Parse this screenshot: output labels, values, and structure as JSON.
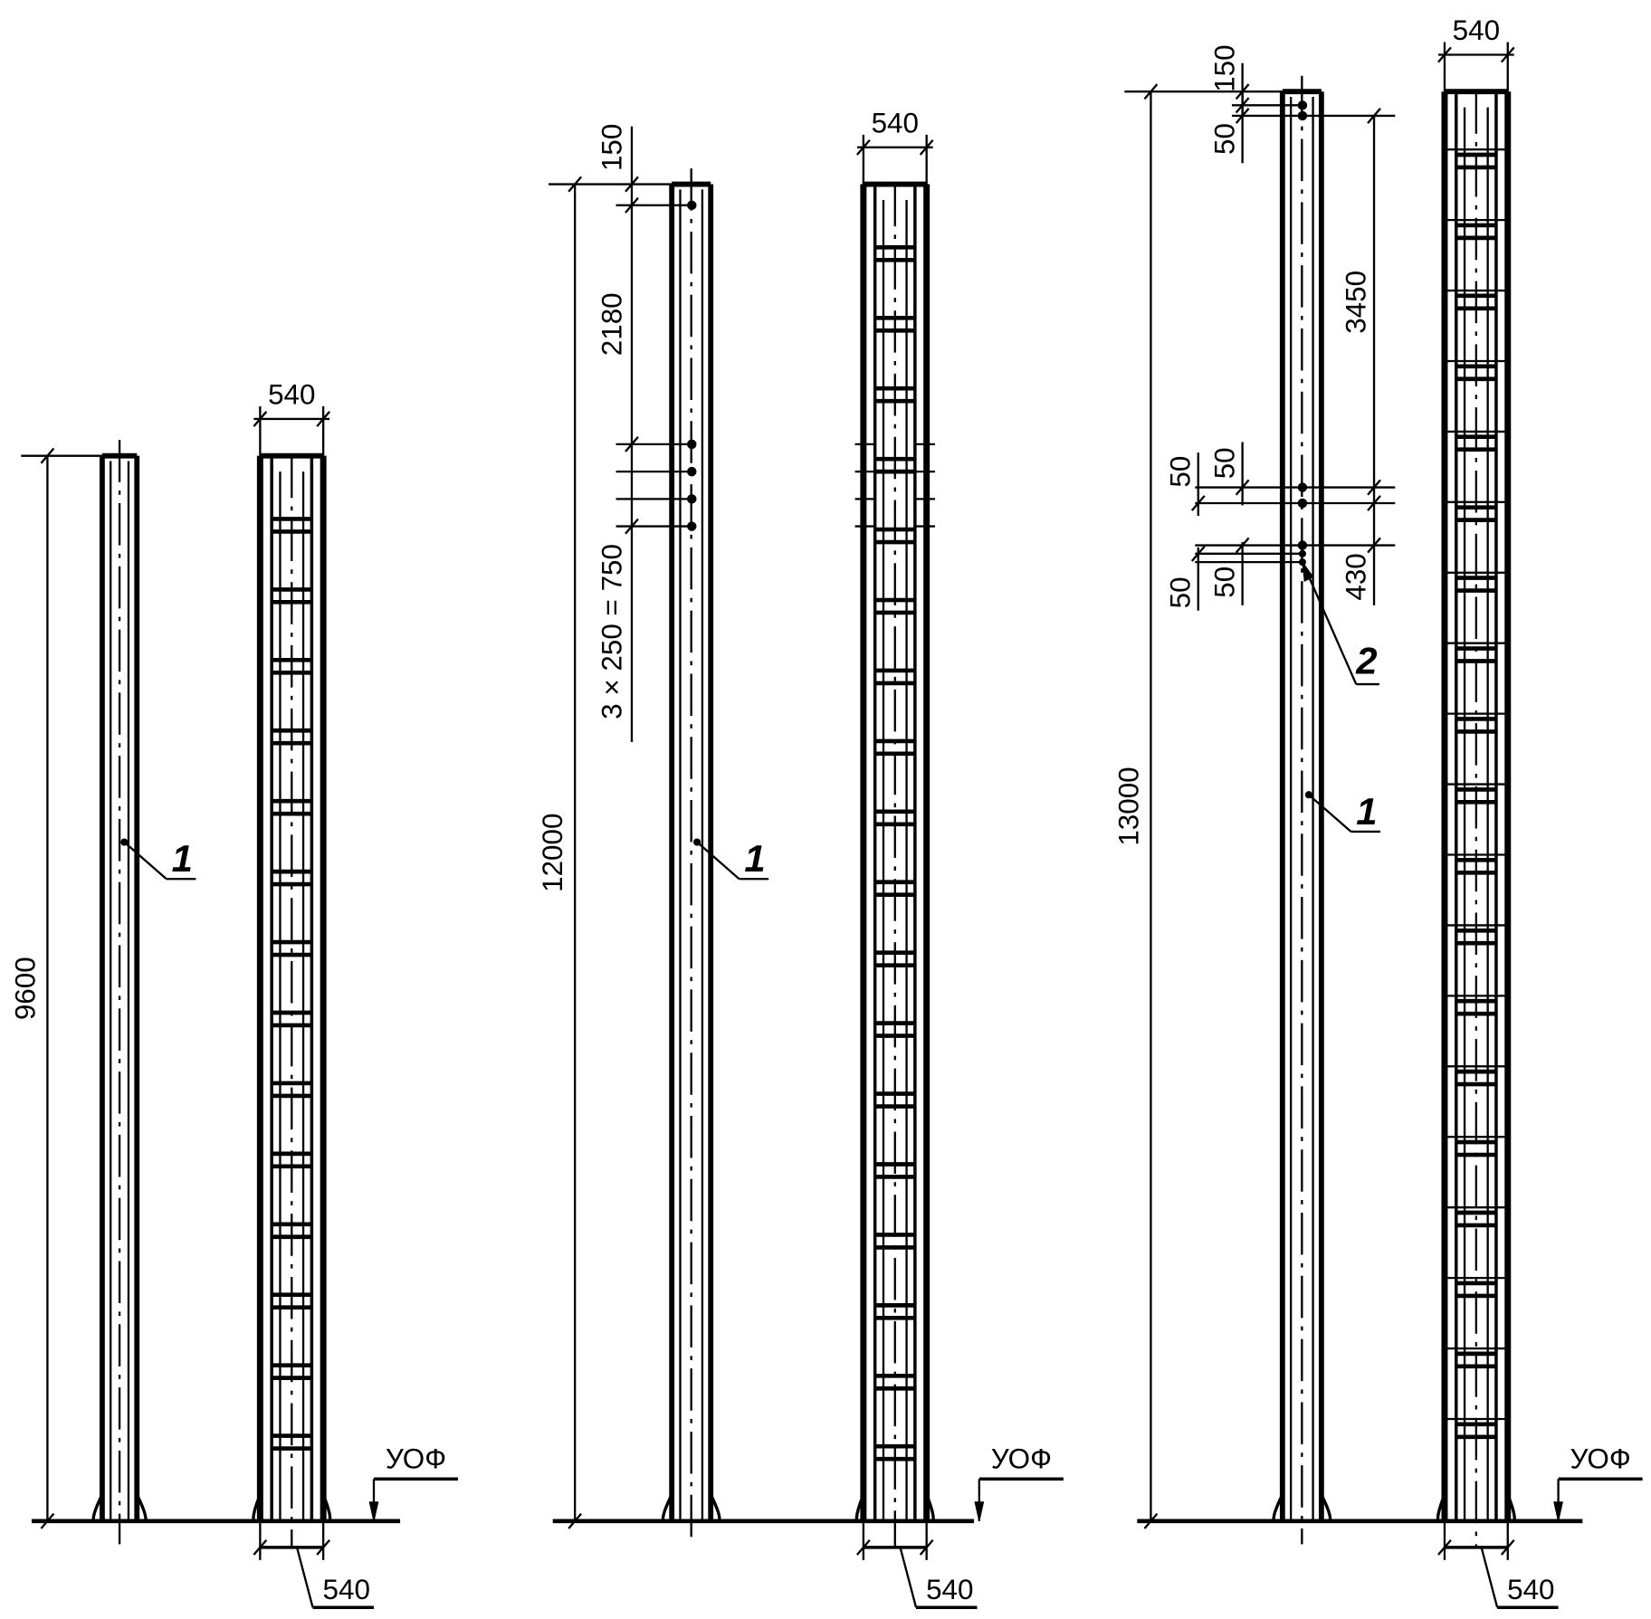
{
  "columns": [
    {
      "height_label": "9600",
      "top_width_label": "540",
      "base_width_label": "540",
      "level_label": "УОФ",
      "callouts": [
        {
          "label": "1"
        }
      ],
      "dims": []
    },
    {
      "height_label": "12000",
      "top_width_label": "540",
      "base_width_label": "540",
      "level_label": "УОФ",
      "callouts": [
        {
          "label": "1"
        }
      ],
      "dims": [
        "150",
        "2180",
        "3 × 250 = 750"
      ]
    },
    {
      "height_label": "13000",
      "top_width_label": "540",
      "base_width_label": "540",
      "level_label": "УОФ",
      "callouts": [
        {
          "label": "1"
        },
        {
          "label": "2"
        }
      ],
      "dims": [
        "150",
        "50",
        "3450",
        "50",
        "50",
        "430",
        "50",
        "50"
      ]
    }
  ],
  "colors": {
    "ink": "#000000",
    "background": "#ffffff"
  }
}
